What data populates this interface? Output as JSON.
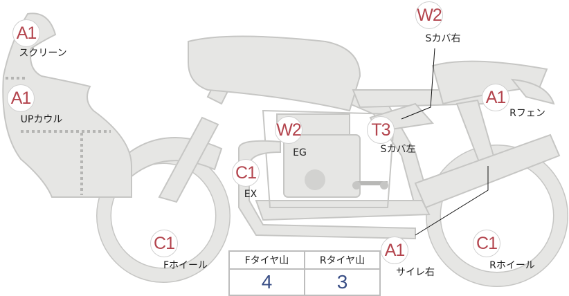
{
  "parts": [
    {
      "grade": "A1",
      "name": "スクリーン"
    },
    {
      "grade": "A1",
      "name": "UPカウル"
    },
    {
      "grade": "W2",
      "name": "Sカバ右"
    },
    {
      "grade": "A1",
      "name": "Rフェン"
    },
    {
      "grade": "W2",
      "name": "EG"
    },
    {
      "grade": "T3",
      "name": "Sカバ左"
    },
    {
      "grade": "C1",
      "name": "EX"
    },
    {
      "grade": "C1",
      "name": "Fホイール"
    },
    {
      "grade": "A1",
      "name": "サイレ右"
    },
    {
      "grade": "C1",
      "name": "Rホイール"
    }
  ],
  "tread": {
    "headers": [
      "Fタイヤ山",
      "Rタイヤ山"
    ],
    "values": [
      "4",
      "3"
    ]
  },
  "colors": {
    "body": "#e6e6e4",
    "outline": "#c6c6c4",
    "grade": "#b3444d",
    "value": "#3a4f86"
  }
}
